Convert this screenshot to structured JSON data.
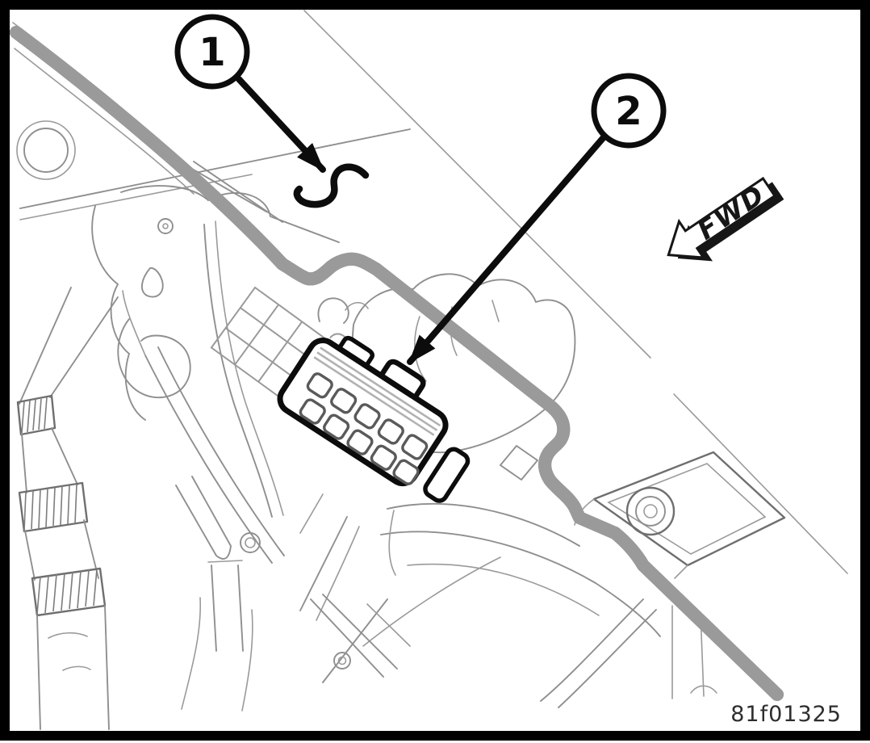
{
  "figure": {
    "callouts": [
      {
        "label": "1"
      },
      {
        "label": "2"
      }
    ],
    "direction_label": "FWD",
    "figure_number": "81f01325"
  },
  "colors": {
    "line": "#0c0c0c",
    "light_line": "#8f8f8f",
    "background": "#ffffff"
  }
}
